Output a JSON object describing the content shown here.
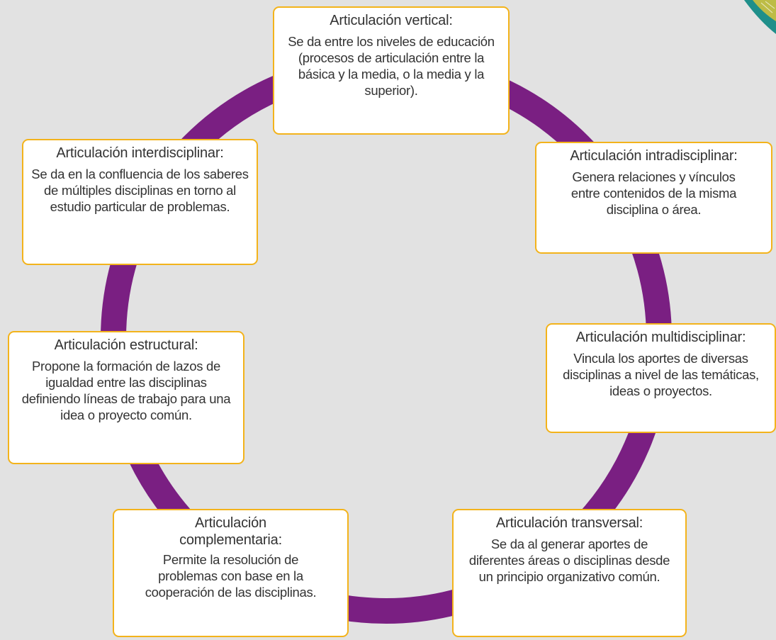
{
  "colors": {
    "background": "#e2e2e2",
    "ring": "#7a1f82",
    "box_border": "#f3b31b",
    "box_fill": "#ffffff",
    "text": "#333333"
  },
  "nodes": {
    "vertical": {
      "title": "Articulación vertical:",
      "text": "Se da entre los niveles de educación (procesos de articulación entre la básica y la media, o la media y la superior)."
    },
    "intradisciplinar": {
      "title": "Articulación intradisciplinar:",
      "text": "Genera relaciones y vínculos entre contenidos de la misma disciplina o área."
    },
    "multidisciplinar": {
      "title": "Articulación multidisciplinar:",
      "text": "Vincula los aportes de diversas disciplinas a nivel de las temáticas, ideas o proyectos."
    },
    "transversal": {
      "title": "Articulación transversal:",
      "text": "Se da al generar aportes de diferentes áreas o disciplinas desde un principio organizativo común."
    },
    "complementaria": {
      "title": "Articulación complementaria:",
      "text": "Permite la resolución de problemas con base en la cooperación de las disciplinas."
    },
    "estructural": {
      "title": "Articulación estructural:",
      "text": "Propone la formación de lazos de igualdad entre las disciplinas definiendo líneas de trabajo para una idea o proyecto común."
    },
    "interdisciplinar": {
      "title": "Articulación interdisciplinar:",
      "text": "Se da en la confluencia de los saberes de múltiples disciplinas en torno al estudio particular de problemas."
    }
  }
}
